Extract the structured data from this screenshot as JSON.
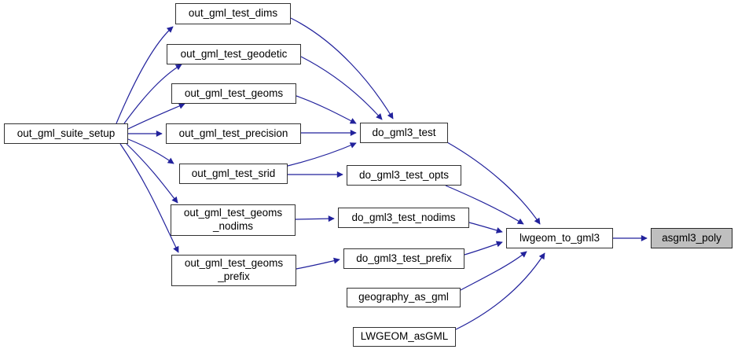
{
  "diagram": {
    "type": "call-graph",
    "edge_color": "#22229c",
    "node_border_color": "#323232",
    "node_fill": "#ffffff",
    "highlight_fill": "#bfbfbf",
    "highlighted_node": "asgml3_poly",
    "nodes": [
      {
        "id": "out_gml_suite_setup",
        "label": "out_gml_suite_setup"
      },
      {
        "id": "out_gml_test_dims",
        "label": "out_gml_test_dims"
      },
      {
        "id": "out_gml_test_geodetic",
        "label": "out_gml_test_geodetic"
      },
      {
        "id": "out_gml_test_geoms",
        "label": "out_gml_test_geoms"
      },
      {
        "id": "out_gml_test_precision",
        "label": "out_gml_test_precision"
      },
      {
        "id": "out_gml_test_srid",
        "label": "out_gml_test_srid"
      },
      {
        "id": "out_gml_test_geoms_nodims",
        "label": "out_gml_test_geoms\n_nodims"
      },
      {
        "id": "out_gml_test_geoms_prefix",
        "label": "out_gml_test_geoms\n_prefix"
      },
      {
        "id": "do_gml3_test",
        "label": "do_gml3_test"
      },
      {
        "id": "do_gml3_test_opts",
        "label": "do_gml3_test_opts"
      },
      {
        "id": "do_gml3_test_nodims",
        "label": "do_gml3_test_nodims"
      },
      {
        "id": "do_gml3_test_prefix",
        "label": "do_gml3_test_prefix"
      },
      {
        "id": "geography_as_gml",
        "label": "geography_as_gml"
      },
      {
        "id": "LWGEOM_asGML",
        "label": "LWGEOM_asGML"
      },
      {
        "id": "lwgeom_to_gml3",
        "label": "lwgeom_to_gml3"
      },
      {
        "id": "asgml3_poly",
        "label": "asgml3_poly"
      }
    ],
    "edges": [
      {
        "from": "out_gml_suite_setup",
        "to": "out_gml_test_dims"
      },
      {
        "from": "out_gml_suite_setup",
        "to": "out_gml_test_geodetic"
      },
      {
        "from": "out_gml_suite_setup",
        "to": "out_gml_test_geoms"
      },
      {
        "from": "out_gml_suite_setup",
        "to": "out_gml_test_precision"
      },
      {
        "from": "out_gml_suite_setup",
        "to": "out_gml_test_srid"
      },
      {
        "from": "out_gml_suite_setup",
        "to": "out_gml_test_geoms_nodims"
      },
      {
        "from": "out_gml_suite_setup",
        "to": "out_gml_test_geoms_prefix"
      },
      {
        "from": "out_gml_test_dims",
        "to": "do_gml3_test"
      },
      {
        "from": "out_gml_test_geodetic",
        "to": "do_gml3_test"
      },
      {
        "from": "out_gml_test_geoms",
        "to": "do_gml3_test"
      },
      {
        "from": "out_gml_test_precision",
        "to": "do_gml3_test"
      },
      {
        "from": "out_gml_test_srid",
        "to": "do_gml3_test"
      },
      {
        "from": "out_gml_test_srid",
        "to": "do_gml3_test_opts"
      },
      {
        "from": "out_gml_test_geoms_nodims",
        "to": "do_gml3_test_nodims"
      },
      {
        "from": "out_gml_test_geoms_prefix",
        "to": "do_gml3_test_prefix"
      },
      {
        "from": "do_gml3_test",
        "to": "lwgeom_to_gml3"
      },
      {
        "from": "do_gml3_test_opts",
        "to": "lwgeom_to_gml3"
      },
      {
        "from": "do_gml3_test_nodims",
        "to": "lwgeom_to_gml3"
      },
      {
        "from": "do_gml3_test_prefix",
        "to": "lwgeom_to_gml3"
      },
      {
        "from": "geography_as_gml",
        "to": "lwgeom_to_gml3"
      },
      {
        "from": "LWGEOM_asGML",
        "to": "lwgeom_to_gml3"
      },
      {
        "from": "lwgeom_to_gml3",
        "to": "asgml3_poly"
      }
    ]
  }
}
